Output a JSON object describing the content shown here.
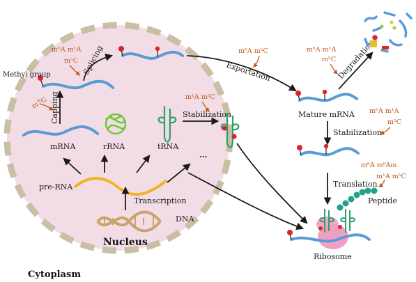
{
  "colors": {
    "nucleus_fill": "#f2dde6",
    "nucleus_border": "#c9bfa4",
    "rna": "#5b9bd5",
    "pre_rna": "#f0b323",
    "trna": "#2e9e6a",
    "rrna": "#6ec83a",
    "dna": "#c9a56a",
    "methyl": "#d9262c",
    "modification": "#c0581a",
    "ribosome": "#ef9fc2",
    "peptide": "#21a08a"
  },
  "labels": {
    "methyl_group": "Methyl group",
    "capping": "Capping",
    "splicing": "Splicing",
    "mrna": "mRNA",
    "rrna": "rRNA",
    "trna": "tRNA",
    "pre_rna": "pre-RNA",
    "transcription": "Transcription",
    "dna": "DNA",
    "stabilization_nucleus": "Stabilization",
    "ellipsis": "...",
    "nucleus": "Nucleus",
    "cytoplasm": "Cytoplasm",
    "exportation": "Exportation",
    "mature_mrna": "Mature mRNA",
    "stabilization_cyto": "Stabilization",
    "translation": "Translation",
    "degradation": "Degradation",
    "peptide": "Peptide",
    "ribosome": "Ribosome"
  },
  "modifications": {
    "capping": "m7G",
    "splicing_1": "m⁶A  m¹A",
    "splicing_2": "m⁵C",
    "trna": "m¹A m⁵C",
    "exportation": "m⁶A   m⁵C",
    "degradation_1": "m⁶A  m¹A",
    "degradation_2": "m⁵C",
    "stabilization_1": "m⁶A   m¹A",
    "stabilization_2": "m⁵C",
    "translation_1": "m⁶A   m⁶Am",
    "translation_2": "m¹A   m⁵C"
  }
}
